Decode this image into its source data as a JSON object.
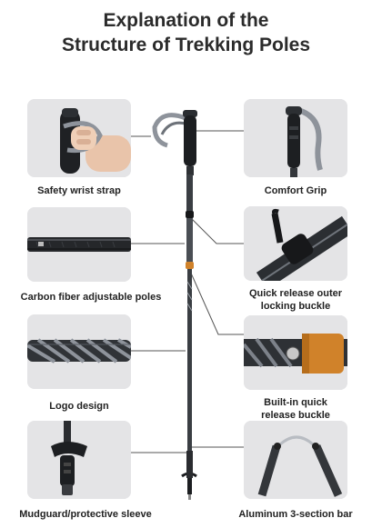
{
  "title": {
    "line1": "Explanation of the",
    "line2": "Structure of Trekking Poles"
  },
  "items": {
    "wrist_strap": "Safety wrist strap",
    "grip": "Comfort Grip",
    "carbon": "Carbon fiber adjustable poles",
    "outer_buckle_1": "Quick release outer",
    "outer_buckle_2": "locking buckle",
    "logo": "Logo design",
    "inner_buckle_1": "Built-in quick",
    "inner_buckle_2": "release buckle",
    "mudguard": "Mudguard/protective sleeve",
    "aluminum": "Aluminum 3-section bar"
  },
  "colors": {
    "pole": "#2f3236",
    "accent": "#e08a1e",
    "panel_bg": "#e6e6e8",
    "strap": "#8e939b"
  }
}
